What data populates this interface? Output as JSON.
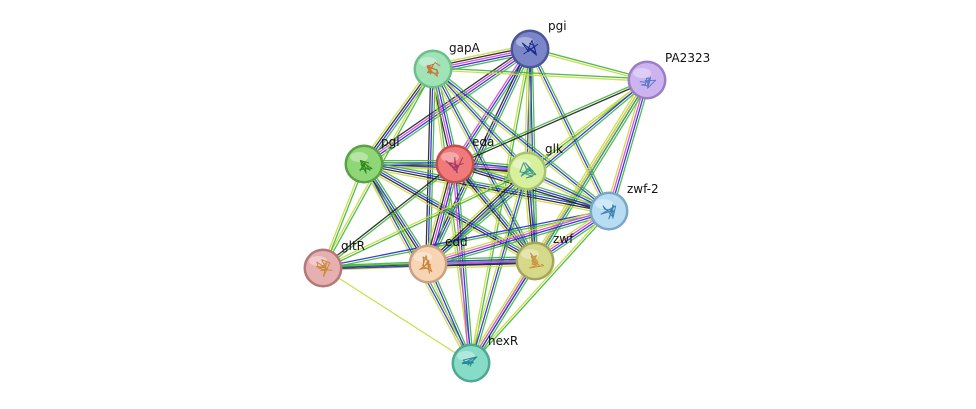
{
  "nodes": [
    {
      "id": "pgi",
      "label": "pgi",
      "color": "#7b86c9",
      "border": "#4a5699",
      "glyph": "#1b2a8a"
    },
    {
      "id": "gapA",
      "label": "gapA",
      "color": "#9fe3b6",
      "border": "#6cbf8d",
      "glyph": "#c9743a"
    },
    {
      "id": "PA2323",
      "label": "PA2323",
      "color": "#cdb4f0",
      "border": "#9a7fc4",
      "glyph": "#5a78c8"
    },
    {
      "id": "pgl",
      "label": "pgl",
      "color": "#8fd676",
      "border": "#5aa044",
      "glyph": "#2f8a20"
    },
    {
      "id": "eda",
      "label": "eda",
      "color": "#f07a7a",
      "border": "#c24e4e",
      "glyph": "#a33b6a"
    },
    {
      "id": "glk",
      "label": "glk",
      "color": "#d8ef9e",
      "border": "#a6c46a",
      "glyph": "#3a9a90"
    },
    {
      "id": "zwf-2",
      "label": "zwf-2",
      "color": "#b8dcf2",
      "border": "#7aa7c6",
      "glyph": "#3a7fb0"
    },
    {
      "id": "gltR",
      "label": "gltR",
      "color": "#e7b0b0",
      "border": "#b57878",
      "glyph": "#c98a3a"
    },
    {
      "id": "edd",
      "label": "edd",
      "color": "#f7d4b4",
      "border": "#c9a080",
      "glyph": "#c9843a"
    },
    {
      "id": "zwf",
      "label": "zwf",
      "color": "#d6d88a",
      "border": "#a3a55a",
      "glyph": "#c9943a"
    },
    {
      "id": "hexR",
      "label": "hexR",
      "color": "#86dcc6",
      "border": "#4ea893",
      "glyph": "#2a8a9a"
    }
  ],
  "edges": [
    {
      "a": "pgi",
      "b": "gapA",
      "colors": [
        "#3fb53f",
        "#2727d6",
        "#e23fe2",
        "#1f1f1f",
        "#c8dc3c"
      ]
    },
    {
      "a": "pgi",
      "b": "PA2323",
      "colors": [
        "#3fb53f",
        "#c8dc3c"
      ]
    },
    {
      "a": "pgi",
      "b": "pgl",
      "colors": [
        "#3fb53f",
        "#2727d6",
        "#e23fe2",
        "#1f1f1f"
      ]
    },
    {
      "a": "pgi",
      "b": "eda",
      "colors": [
        "#3fb53f",
        "#2727d6",
        "#e23fe2"
      ]
    },
    {
      "a": "pgi",
      "b": "glk",
      "colors": [
        "#3fb53f",
        "#2727d6",
        "#c8dc3c"
      ]
    },
    {
      "a": "pgi",
      "b": "zwf-2",
      "colors": [
        "#3fb53f",
        "#2727d6",
        "#c8dc3c"
      ]
    },
    {
      "a": "pgi",
      "b": "edd",
      "colors": [
        "#3fb53f",
        "#2727d6",
        "#1f1f1f"
      ]
    },
    {
      "a": "pgi",
      "b": "zwf",
      "colors": [
        "#3fb53f",
        "#2727d6",
        "#c8dc3c"
      ]
    },
    {
      "a": "pgi",
      "b": "hexR",
      "colors": [
        "#3fb53f",
        "#c8dc3c"
      ]
    },
    {
      "a": "gapA",
      "b": "PA2323",
      "colors": [
        "#3fb53f",
        "#c8dc3c"
      ]
    },
    {
      "a": "gapA",
      "b": "pgl",
      "colors": [
        "#3fb53f",
        "#2727d6",
        "#1f1f1f",
        "#c8dc3c"
      ]
    },
    {
      "a": "gapA",
      "b": "eda",
      "colors": [
        "#3fb53f",
        "#2727d6",
        "#e23fe2",
        "#1f1f1f"
      ]
    },
    {
      "a": "gapA",
      "b": "glk",
      "colors": [
        "#3fb53f",
        "#2727d6",
        "#c8dc3c"
      ]
    },
    {
      "a": "gapA",
      "b": "zwf-2",
      "colors": [
        "#3fb53f",
        "#2727d6",
        "#c8dc3c"
      ]
    },
    {
      "a": "gapA",
      "b": "edd",
      "colors": [
        "#3fb53f",
        "#2727d6",
        "#1f1f1f"
      ]
    },
    {
      "a": "gapA",
      "b": "zwf",
      "colors": [
        "#3fb53f",
        "#2727d6",
        "#c8dc3c"
      ]
    },
    {
      "a": "gapA",
      "b": "gltR",
      "colors": [
        "#3fb53f",
        "#c8dc3c"
      ]
    },
    {
      "a": "gapA",
      "b": "hexR",
      "colors": [
        "#3fb53f",
        "#c8dc3c"
      ]
    },
    {
      "a": "PA2323",
      "b": "eda",
      "colors": [
        "#1f1f1f",
        "#3fb53f"
      ]
    },
    {
      "a": "PA2323",
      "b": "glk",
      "colors": [
        "#3fb53f",
        "#c8dc3c"
      ]
    },
    {
      "a": "PA2323",
      "b": "zwf-2",
      "colors": [
        "#3fb53f",
        "#2727d6",
        "#e23fe2",
        "#c8dc3c"
      ]
    },
    {
      "a": "PA2323",
      "b": "edd",
      "colors": [
        "#3fb53f",
        "#2727d6",
        "#c8dc3c"
      ]
    },
    {
      "a": "PA2323",
      "b": "zwf",
      "colors": [
        "#3fb53f",
        "#2727d6",
        "#e23fe2",
        "#c8dc3c"
      ]
    },
    {
      "a": "PA2323",
      "b": "hexR",
      "colors": [
        "#3fb53f",
        "#c8dc3c"
      ]
    },
    {
      "a": "pgl",
      "b": "eda",
      "colors": [
        "#3fb53f",
        "#2727d6",
        "#1f1f1f",
        "#c8dc3c"
      ]
    },
    {
      "a": "pgl",
      "b": "glk",
      "colors": [
        "#3fb53f",
        "#2727d6",
        "#c8dc3c"
      ]
    },
    {
      "a": "pgl",
      "b": "zwf-2",
      "colors": [
        "#3fb53f",
        "#2727d6",
        "#1f1f1f",
        "#c8dc3c"
      ]
    },
    {
      "a": "pgl",
      "b": "gltR",
      "colors": [
        "#3fb53f",
        "#c8dc3c"
      ]
    },
    {
      "a": "pgl",
      "b": "edd",
      "colors": [
        "#3fb53f",
        "#2727d6",
        "#1f1f1f",
        "#c8dc3c"
      ]
    },
    {
      "a": "pgl",
      "b": "zwf",
      "colors": [
        "#3fb53f",
        "#2727d6",
        "#1f1f1f",
        "#c8dc3c"
      ]
    },
    {
      "a": "pgl",
      "b": "hexR",
      "colors": [
        "#3fb53f",
        "#2727d6",
        "#c8dc3c"
      ]
    },
    {
      "a": "eda",
      "b": "glk",
      "colors": [
        "#3fb53f",
        "#2727d6",
        "#e23fe2",
        "#1f1f1f",
        "#c8dc3c"
      ]
    },
    {
      "a": "eda",
      "b": "zwf-2",
      "colors": [
        "#3fb53f",
        "#2727d6",
        "#1f1f1f"
      ]
    },
    {
      "a": "eda",
      "b": "gltR",
      "colors": [
        "#3fb53f",
        "#1f1f1f"
      ]
    },
    {
      "a": "eda",
      "b": "edd",
      "colors": [
        "#3fb53f",
        "#2727d6",
        "#e23fe2",
        "#1f1f1f",
        "#c8dc3c"
      ]
    },
    {
      "a": "eda",
      "b": "zwf",
      "colors": [
        "#3fb53f",
        "#2727d6",
        "#1f1f1f",
        "#c8dc3c"
      ]
    },
    {
      "a": "eda",
      "b": "hexR",
      "colors": [
        "#3fb53f",
        "#2727d6",
        "#e23fe2"
      ]
    },
    {
      "a": "glk",
      "b": "zwf-2",
      "colors": [
        "#3fb53f",
        "#2727d6",
        "#c8dc3c"
      ]
    },
    {
      "a": "glk",
      "b": "gltR",
      "colors": [
        "#3fb53f",
        "#c8dc3c"
      ]
    },
    {
      "a": "glk",
      "b": "edd",
      "colors": [
        "#3fb53f",
        "#2727d6",
        "#1f1f1f",
        "#c8dc3c"
      ]
    },
    {
      "a": "glk",
      "b": "zwf",
      "colors": [
        "#3fb53f",
        "#2727d6",
        "#1f1f1f",
        "#c8dc3c"
      ]
    },
    {
      "a": "glk",
      "b": "hexR",
      "colors": [
        "#3fb53f",
        "#2727d6",
        "#c8dc3c"
      ]
    },
    {
      "a": "zwf-2",
      "b": "gltR",
      "colors": [
        "#3fb53f",
        "#2727d6"
      ]
    },
    {
      "a": "zwf-2",
      "b": "edd",
      "colors": [
        "#3fb53f",
        "#2727d6",
        "#e23fe2",
        "#c8dc3c"
      ]
    },
    {
      "a": "zwf-2",
      "b": "zwf",
      "colors": [
        "#3fb53f",
        "#2727d6",
        "#e23fe2",
        "#c8dc3c"
      ]
    },
    {
      "a": "zwf-2",
      "b": "hexR",
      "colors": [
        "#3fb53f",
        "#c8dc3c"
      ]
    },
    {
      "a": "gltR",
      "b": "edd",
      "colors": [
        "#3fb53f",
        "#1f1f1f",
        "#c8dc3c"
      ]
    },
    {
      "a": "gltR",
      "b": "zwf",
      "colors": [
        "#3fb53f",
        "#2727d6"
      ]
    },
    {
      "a": "gltR",
      "b": "hexR",
      "colors": [
        "#c8dc3c"
      ]
    },
    {
      "a": "edd",
      "b": "zwf",
      "colors": [
        "#3fb53f",
        "#2727d6",
        "#e23fe2",
        "#1f1f1f",
        "#c8dc3c"
      ]
    },
    {
      "a": "edd",
      "b": "hexR",
      "colors": [
        "#3fb53f",
        "#2727d6",
        "#c8dc3c"
      ]
    },
    {
      "a": "zwf",
      "b": "hexR",
      "colors": [
        "#3fb53f",
        "#2727d6",
        "#e23fe2",
        "#c8dc3c"
      ]
    }
  ]
}
